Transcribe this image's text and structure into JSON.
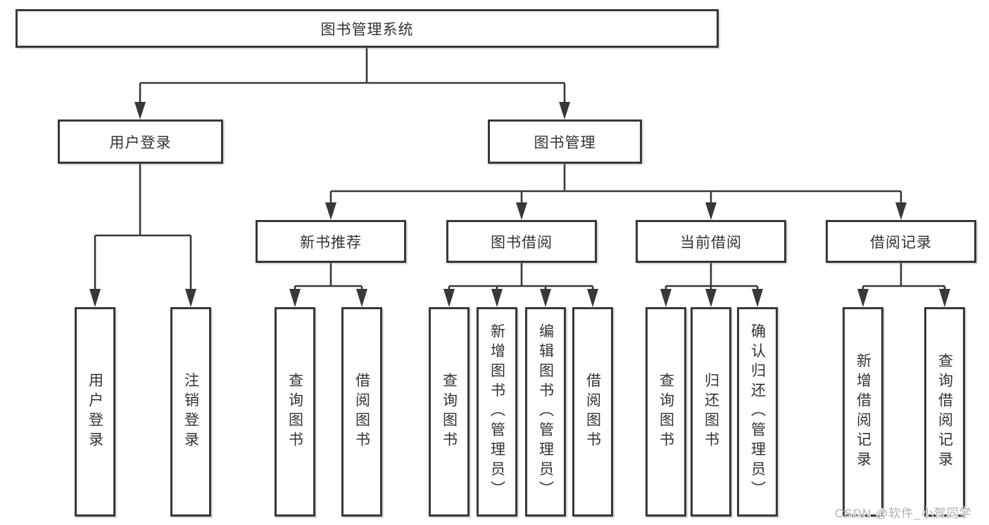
{
  "tree": {
    "root": {
      "label": "图书管理系统",
      "children": [
        {
          "label": "用户登录",
          "children": [
            {
              "label": "用户登录"
            },
            {
              "label": "注销登录"
            }
          ]
        },
        {
          "label": "图书管理",
          "children": [
            {
              "label": "新书推荐",
              "children": [
                {
                  "label": "查询图书"
                },
                {
                  "label": "借阅图书"
                }
              ]
            },
            {
              "label": "图书借阅",
              "children": [
                {
                  "label": "查询图书"
                },
                {
                  "label": "新增图书（管理员）"
                },
                {
                  "label": "编辑图书（管理员）"
                },
                {
                  "label": "借阅图书"
                }
              ]
            },
            {
              "label": "当前借阅",
              "children": [
                {
                  "label": "查询图书"
                },
                {
                  "label": "归还图书"
                },
                {
                  "label": "确认归还（管理员）"
                }
              ]
            },
            {
              "label": "借阅记录",
              "children": [
                {
                  "label": "新增借阅记录"
                },
                {
                  "label": "查询借阅记录"
                }
              ]
            }
          ]
        }
      ]
    }
  },
  "watermark": {
    "text": "CSDN @软件_小贺同学"
  },
  "colors": {
    "line": "#383838",
    "box_border": "#383838",
    "box_background": "#ffffff",
    "text": "#333333",
    "watermark": "#b0b0b0",
    "background": "#ffffff"
  }
}
